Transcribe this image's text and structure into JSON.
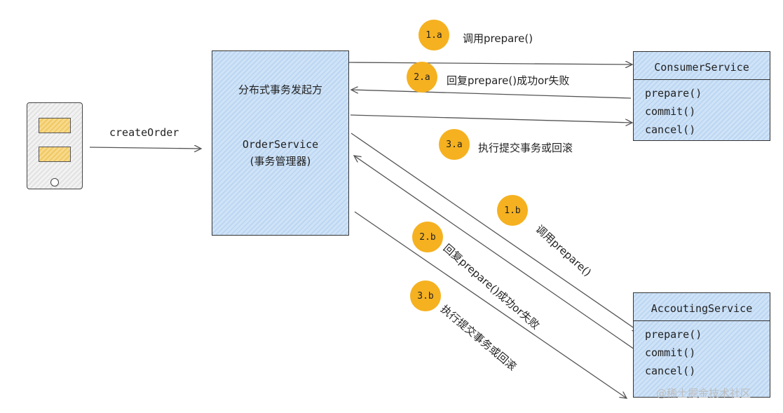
{
  "client": {
    "call_label": "createOrder"
  },
  "initiator": {
    "title": "分布式事务发起方",
    "service": "OrderService",
    "role": "(事务管理器)"
  },
  "consumer": {
    "title": "ConsumerService",
    "methods": [
      "prepare()",
      "commit()",
      "cancel()"
    ]
  },
  "accounting": {
    "title": "AccoutingService",
    "methods": [
      "prepare()",
      "commit()",
      "cancel()"
    ]
  },
  "steps": {
    "s1a": {
      "badge": "1.a",
      "label": "调用prepare()"
    },
    "s2a": {
      "badge": "2.a",
      "label": "回复prepare()成功or失败"
    },
    "s3a": {
      "badge": "3.a",
      "label": "执行提交事务或回滚"
    },
    "s1b": {
      "badge": "1.b",
      "label": "调用prepare()"
    },
    "s2b": {
      "badge": "2.b",
      "label": "回复prepare()成功or失败"
    },
    "s3b": {
      "badge": "3.b",
      "label": "执行提交事务或回滚"
    }
  },
  "watermark": "@稀土掘金技术社区",
  "colors": {
    "badge": "#f5b120",
    "box_fill": "#cfe3f7",
    "phone_screen": "#f7d98a"
  }
}
